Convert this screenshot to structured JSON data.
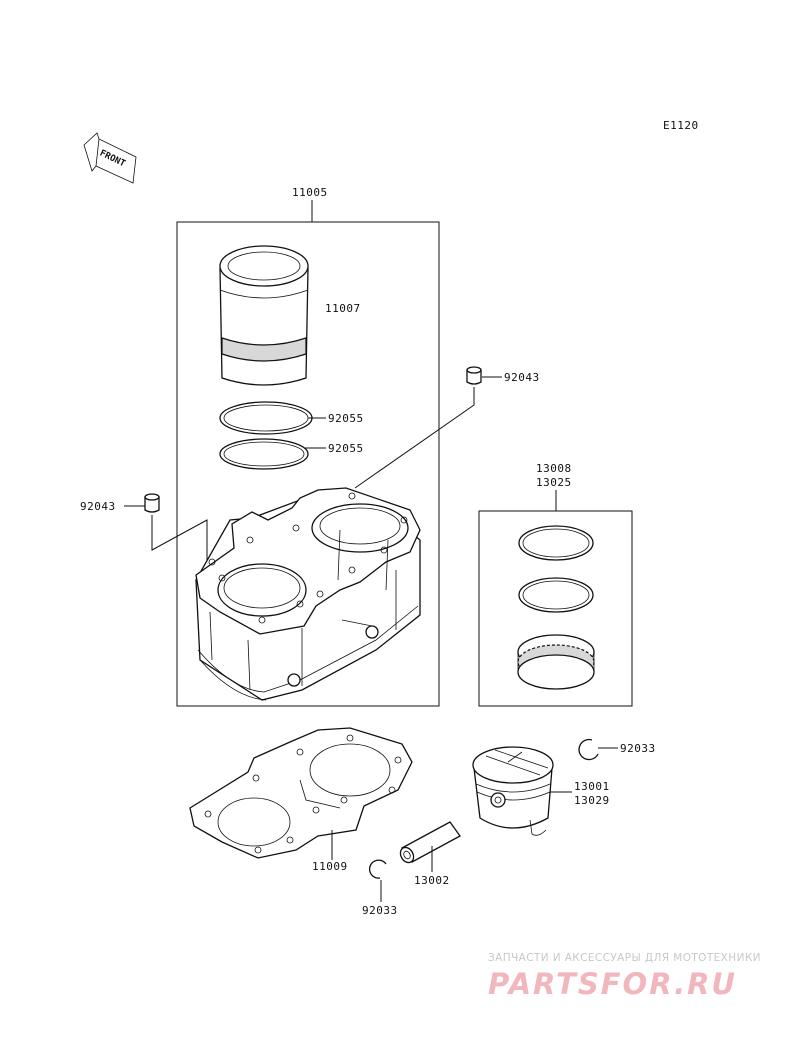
{
  "diagram_code": "E1120",
  "front_label": "FRONT",
  "parts": {
    "cylinder_assembly": "11005",
    "cylinder_sleeve": "11007",
    "o_ring_1": "92055",
    "o_ring_2": "92055",
    "dowel_pin_right": "92043",
    "dowel_pin_left": "92043",
    "piston_ring_set_1": "13008",
    "piston_ring_set_2": "13025",
    "gasket": "11009",
    "circlip_right": "92033",
    "circlip_bottom": "92033",
    "piston_1": "13001",
    "piston_2": "13029",
    "piston_pin": "13002"
  },
  "watermark": {
    "tagline": "ЗАПЧАСТИ И АКСЕССУАРЫ ДЛЯ МОТОТЕХНИКИ",
    "logo": "PARTSFOR.RU"
  }
}
